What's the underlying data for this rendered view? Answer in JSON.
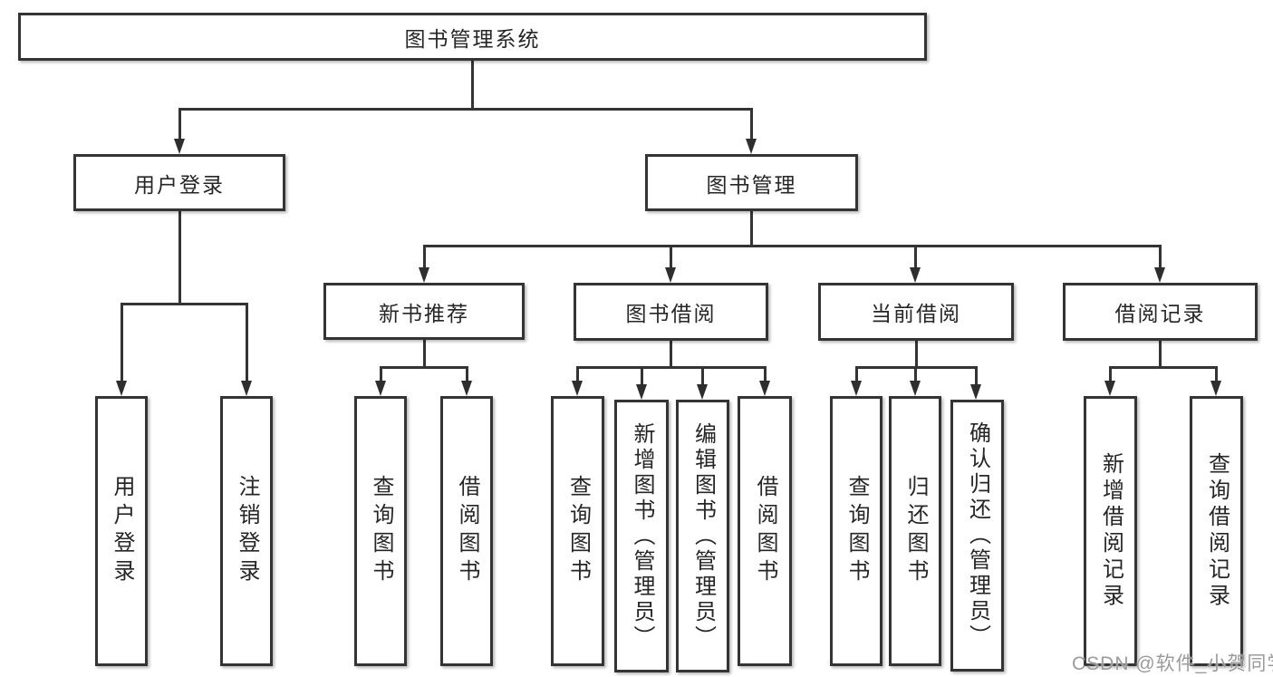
{
  "colors": {
    "background": "#ffffff",
    "box_border": "#343434",
    "connector_line": "#343434",
    "text": "#262626",
    "watermark": "#9b9b9b"
  },
  "nodes": {
    "root": "图书管理系统",
    "user_login": "用户登录",
    "book_management": "图书管理",
    "new_book_recommend": "新书推荐",
    "book_borrowing": "图书借阅",
    "current_borrowing": "当前借阅",
    "borrowing_records": "借阅记录",
    "leaf_user_login": "用户登录",
    "leaf_logout": "注销登录",
    "leaf_query_books_recommend": "查询图书",
    "leaf_borrow_books_recommend": "借阅图书",
    "leaf_query_books_borrowing": "查询图书",
    "leaf_add_books_admin": "新增图书（管理员）",
    "leaf_edit_books_admin": "编辑图书（管理员）",
    "leaf_borrow_books_borrowing": "借阅图书",
    "leaf_query_books_current": "查询图书",
    "leaf_return_books": "归还图书",
    "leaf_confirm_return_admin": "确认归还（管理员）",
    "leaf_add_borrow_record": "新增借阅记录",
    "leaf_query_borrow_record": "查询借阅记录"
  },
  "watermark": "CSDN @软件_小贺同学"
}
